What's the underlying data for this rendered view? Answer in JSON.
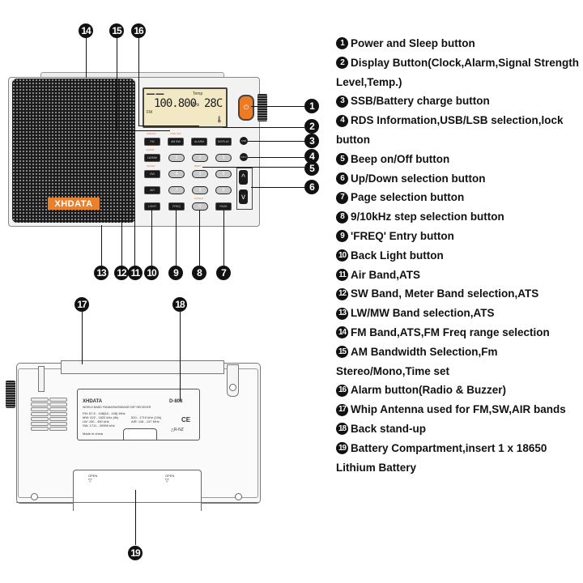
{
  "colors": {
    "accent_orange": "#e8812a",
    "lcd_background": "#f2e9c4",
    "callout": "#111111"
  },
  "front_view": {
    "brand": "XHDATA",
    "lcd": {
      "frequency": "100.800",
      "temperature": "28C",
      "temp_label": "Temp",
      "band": "FM",
      "unit": "MHz"
    },
    "buttons": {
      "fm": "FM",
      "am_bw": "AM BW",
      "alarm": "ALARM",
      "display": "DISPLAY",
      "ssb": "SSB",
      "lw_mw": "LW/MW",
      "sw": "SW",
      "air": "AIR",
      "light": "LIGHT",
      "freq": "FREQ",
      "page": "PAGE",
      "info": "INFO",
      "up": "^",
      "down": "v",
      "digits": [
        "1",
        "2",
        "3",
        "4",
        "5",
        "6",
        "7",
        "8",
        "9",
        "0"
      ]
    },
    "callouts": [
      "1",
      "2",
      "3",
      "4",
      "5",
      "6",
      "7",
      "8",
      "9",
      "10",
      "11",
      "12",
      "13",
      "14",
      "15",
      "16"
    ]
  },
  "back_view": {
    "label": {
      "brand": "XHDATA",
      "model": "D-808",
      "subtitle": "WORLD BAND FM/AM/SW/SSB/AIR DSP RECEIVER",
      "specs_left": [
        "FM: 87.5 - 108(64 - 108) MHz",
        "MW: 522 - 1620 kHz (9k)",
        "LW: 150 - 450 kHz",
        "SW: 1711 - 29999 kHz"
      ],
      "specs_right": [
        "520 - 1710 kHz (10k)",
        "AIR: 118 - 137 MHz"
      ],
      "origin": "Made in china",
      "ce_mark": "CE",
      "rcm_mark": "R-NZ"
    },
    "battery_open_labels": [
      "OPEN",
      "OPEN"
    ],
    "callouts": [
      "17",
      "18",
      "19"
    ]
  },
  "legend": [
    {
      "num": "1",
      "lines": [
        "Power and Sleep button"
      ]
    },
    {
      "num": "2",
      "lines": [
        "Display Button(Clock,Alarm,Signal Strength",
        "Level,Temp.)"
      ]
    },
    {
      "num": "3",
      "lines": [
        "SSB/Battery charge button"
      ]
    },
    {
      "num": "4",
      "lines": [
        "RDS Information,USB/LSB selection,lock",
        "button"
      ]
    },
    {
      "num": "5",
      "lines": [
        "Beep on/Off button"
      ]
    },
    {
      "num": "6",
      "lines": [
        "Up/Down selection button"
      ]
    },
    {
      "num": "7",
      "lines": [
        "Page selection button"
      ]
    },
    {
      "num": "8",
      "lines": [
        "9/10kHz step selection button"
      ]
    },
    {
      "num": "9",
      "lines": [
        "'FREQ' Entry button"
      ]
    },
    {
      "num": "10",
      "lines": [
        "Back Light button"
      ]
    },
    {
      "num": "11",
      "lines": [
        "Air Band,ATS"
      ]
    },
    {
      "num": "12",
      "lines": [
        "SW Band, Meter Band selection,ATS"
      ]
    },
    {
      "num": "13",
      "lines": [
        "LW/MW Band selection,ATS"
      ]
    },
    {
      "num": "14",
      "lines": [
        "FM Band,ATS,FM Freq range selection"
      ]
    },
    {
      "num": "15",
      "lines": [
        "AM Bandwidth Selection,Fm",
        "Stereo/Mono,Time set"
      ]
    },
    {
      "num": "16",
      "lines": [
        "Alarm button(Radio & Buzzer)"
      ]
    },
    {
      "num": "17",
      "lines": [
        "Whip Antenna used for FM,SW,AIR bands"
      ]
    },
    {
      "num": "18",
      "lines": [
        "Back stand-up"
      ]
    },
    {
      "num": "19",
      "lines": [
        "Battery Compartment,insert 1 x 18650",
        "Lithium Battery"
      ]
    }
  ]
}
